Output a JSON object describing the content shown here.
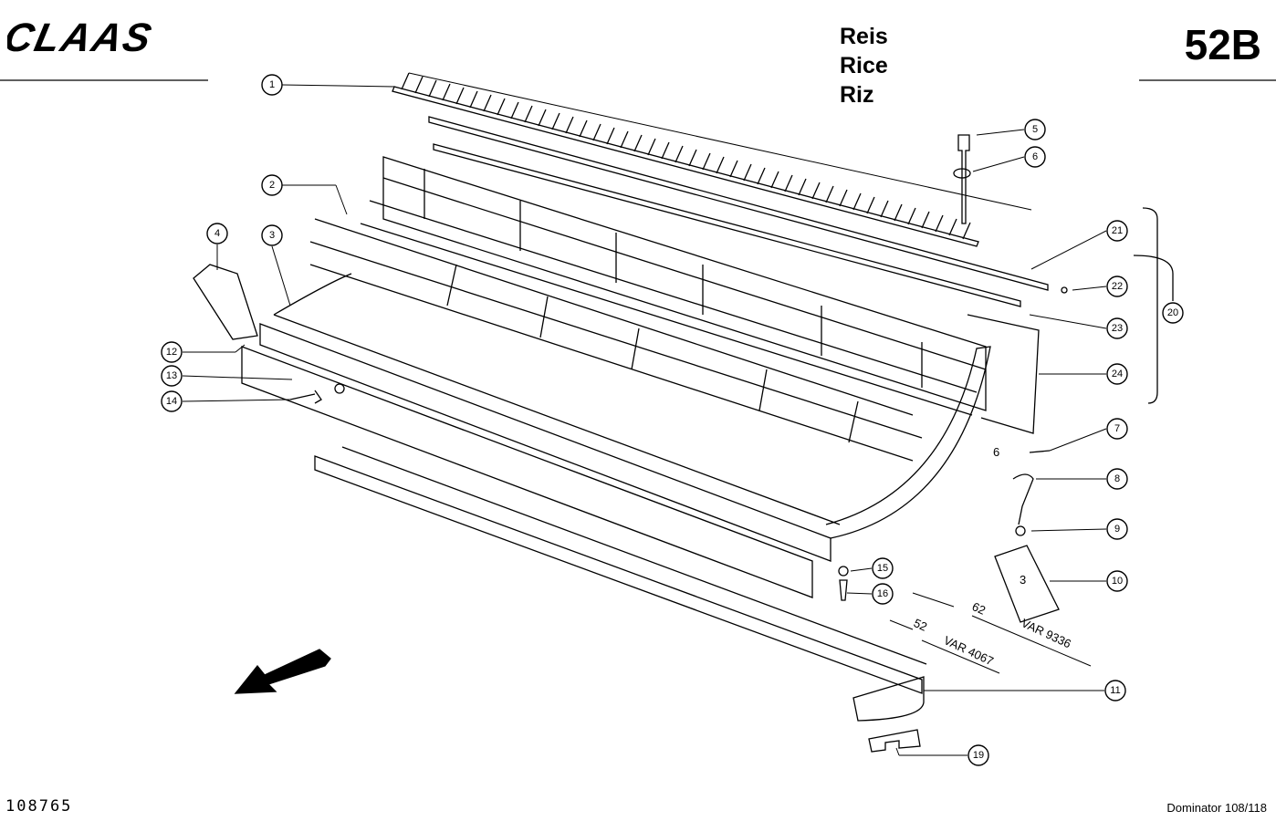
{
  "brand": "CLAAS",
  "titles": [
    "Reis",
    "Rice",
    "Riz"
  ],
  "page_number": "52B",
  "document_number": "108765",
  "model": "Dominator 108/118",
  "callouts": [
    "1",
    "2",
    "3",
    "4",
    "5",
    "6",
    "7",
    "8",
    "9",
    "10",
    "11",
    "12",
    "13",
    "14",
    "15",
    "16",
    "19",
    "20",
    "21",
    "22",
    "23",
    "24"
  ],
  "dimension_marks": {
    "width_a": "62",
    "width_b": "52",
    "variant_a": "VAR 9336",
    "variant_b": "VAR 4067"
  },
  "part_10_mark": "3",
  "part_7_mark": "6"
}
